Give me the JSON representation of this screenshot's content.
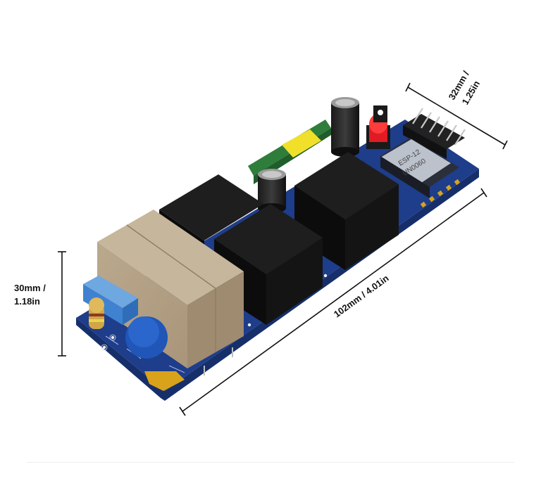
{
  "dimensions": {
    "height_label_line1": "30mm /",
    "height_label_line2": "1.18in",
    "length_label": "102mm / 4.01in",
    "width_label_line1": "32mm /",
    "width_label_line2": "1.25in"
  },
  "board_markings": {
    "esp_module_line1": "ESP-12",
    "esp_module_line2": "UN0060"
  },
  "colors": {
    "pcb": "#1e3d8a",
    "relay": "#121212",
    "transformer": "#b7a489",
    "led": "#e01b24",
    "pin_header": "#222222",
    "gold_pad": "#d9a21b"
  }
}
